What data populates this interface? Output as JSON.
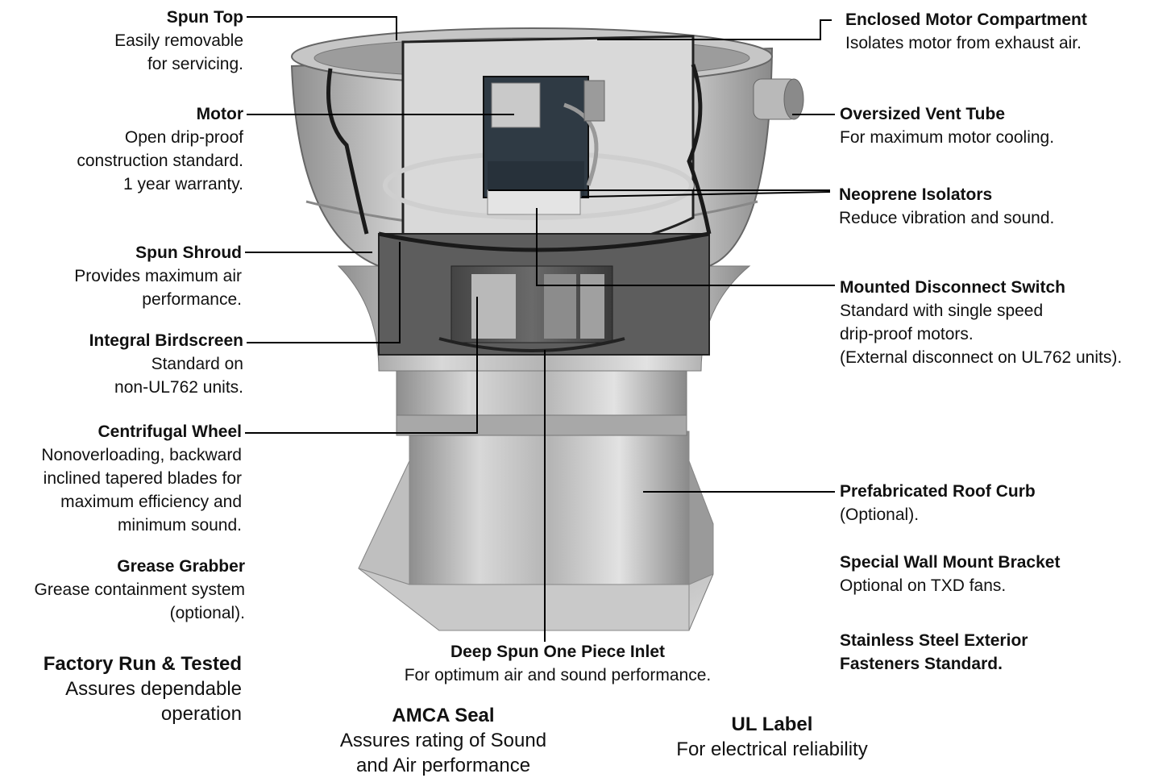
{
  "labels": {
    "spun_top": {
      "title": "Spun Top",
      "desc": "Easily removable\nfor servicing."
    },
    "motor": {
      "title": "Motor",
      "desc": "Open drip-proof\nconstruction standard.\n1 year warranty."
    },
    "spun_shroud": {
      "title": "Spun Shroud",
      "desc": "Provides maximum air\nperformance."
    },
    "birdscreen": {
      "title": "Integral Birdscreen",
      "desc": "Standard on\nnon-UL762 units."
    },
    "wheel": {
      "title": "Centrifugal Wheel",
      "desc": "Nonoverloading, backward\ninclined tapered blades for\nmaximum efficiency and\nminimum sound."
    },
    "grease": {
      "title": "Grease Grabber",
      "desc": "Grease containment system\n(optional)."
    },
    "factory": {
      "title": "Factory Run & Tested",
      "desc": "Assures dependable\noperation"
    },
    "enclosed": {
      "title": "Enclosed Motor Compartment",
      "desc": "Isolates motor from exhaust air."
    },
    "vent": {
      "title": "Oversized Vent Tube",
      "desc": "For maximum motor cooling."
    },
    "neoprene": {
      "title": "Neoprene Isolators",
      "desc": "Reduce vibration and sound."
    },
    "disconnect": {
      "title": "Mounted Disconnect Switch",
      "desc": "Standard with single speed\ndrip-proof motors.\n(External disconnect on UL762 units)."
    },
    "curb": {
      "title": "Prefabricated Roof Curb",
      "desc": "(Optional)."
    },
    "wall": {
      "title": "Special Wall Mount Bracket",
      "desc": "Optional on TXD fans."
    },
    "stainless": {
      "title": "Stainless Steel Exterior\nFasteners Standard.",
      "desc": ""
    },
    "inlet": {
      "title": "Deep Spun One Piece Inlet",
      "desc": "For optimum air and sound performance."
    },
    "amca": {
      "title": "AMCA Seal",
      "desc": "Assures rating of Sound\nand Air performance"
    },
    "ul": {
      "title": "UL Label",
      "desc": "For electrical reliability"
    }
  }
}
